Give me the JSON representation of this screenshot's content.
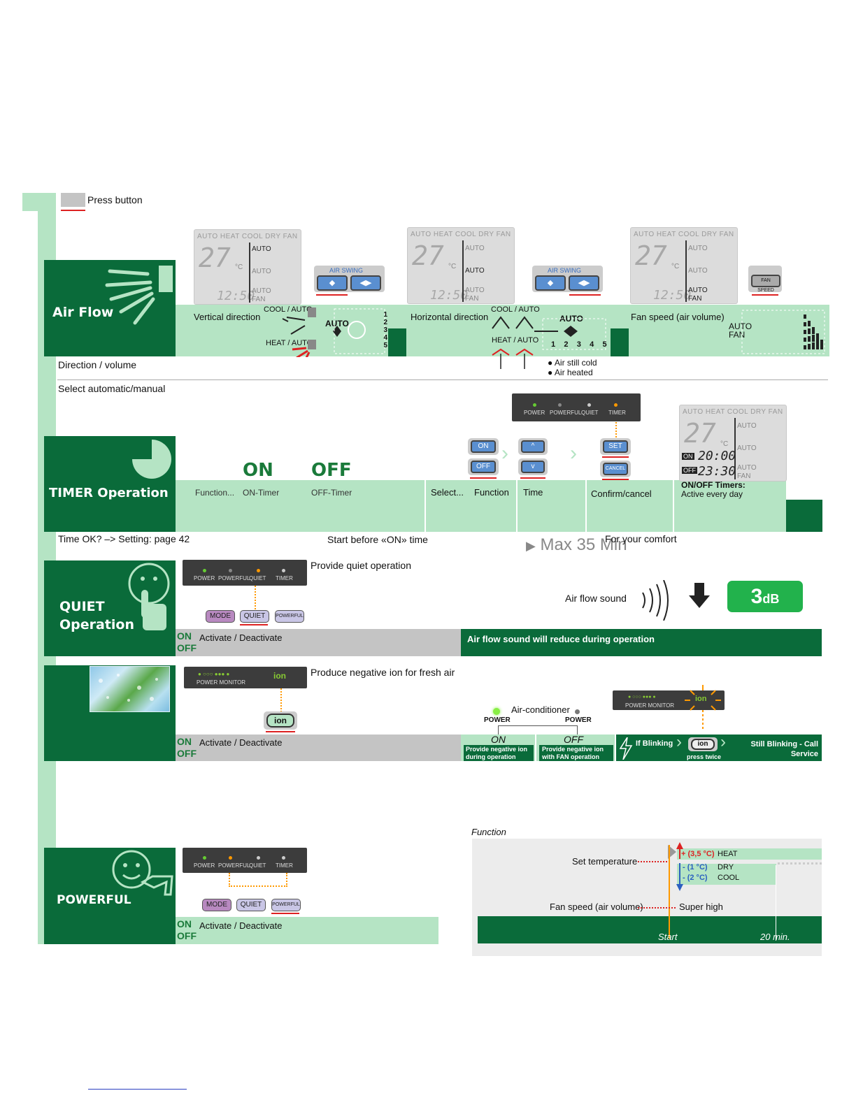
{
  "legend": {
    "label": "Press button"
  },
  "airflow": {
    "title": "Air Flow",
    "vertical": "Vertical direction",
    "cool_auto": "COOL / AUTO",
    "heat_auto": "HEAT / AUTO",
    "auto": "AUTO",
    "steps": [
      "1",
      "2",
      "3",
      "4",
      "5"
    ],
    "horizontal": "Horizontal direction",
    "fan_speed": "Fan speed (air volume)",
    "auto_fan": "AUTO FAN",
    "direction_volume": "Direction / volume",
    "select_auto_manual": "Select automatic/manual",
    "air_still_cold": "Air still cold",
    "air_heated": "Air heated",
    "air_swing_btn": "AIR SWING",
    "fan_speed_btn": "FAN SPEED"
  },
  "lcd": {
    "modes": "AUTO HEAT COOL DRY FAN",
    "temp": "27",
    "unit": "°C",
    "clock": "12:50",
    "auto": "AUTO",
    "fan": "FAN",
    "on_label": "ON",
    "off_label": "OFF",
    "on_time": "20:00",
    "off_time": "23:30"
  },
  "panel": {
    "power": "POWER",
    "powerful": "POWERFUL",
    "quiet": "QUIET",
    "timer": "TIMER",
    "power_monitor": "POWER MONITOR",
    "ion": "ion"
  },
  "timer": {
    "title": "TIMER Operation",
    "on_big": "ON",
    "off_big": "OFF",
    "function": "Function...",
    "on_timer": "ON-Timer",
    "off_timer": "OFF-Timer",
    "select": "Select...",
    "function2": "Function",
    "time": "Time",
    "confirm": "Confirm/cancel",
    "on_off_timers": "ON/OFF Timers:",
    "active_every_day": "Active every day",
    "time_ok": "Time OK? –> Setting: page 42",
    "start_before": "Start before «ON» time",
    "max": "Max 35 Min",
    "comfort": "For your comfort",
    "btn_on": "ON",
    "btn_off": "OFF",
    "btn_up": "^",
    "btn_down": "v",
    "btn_set": "SET",
    "btn_cancel": "CANCEL"
  },
  "quiet": {
    "title1": "QUIET",
    "title2": "Operation",
    "provide": "Provide quiet operation",
    "air_flow_sound": "Air flow sound",
    "db_num": "3",
    "db_unit": "dB",
    "on": "ON",
    "off": "OFF",
    "activate": "Activate / Deactivate",
    "reduce": "Air flow sound will reduce during operation",
    "mode_btn": "MODE",
    "quiet_btn": "QUIET",
    "powerful_btn": "POWERFUL"
  },
  "ion": {
    "produce": "Produce negative ion for fresh air",
    "air_conditioner": "Air-conditioner",
    "power": "POWER",
    "on": "ON",
    "off": "OFF",
    "on_desc": "Provide negative ion during operation",
    "off_desc": "Provide negative ion with FAN operation",
    "if_blinking": "If Blinking",
    "press_twice": "press twice",
    "still_blinking": "Still Blinking - Call Service",
    "activate": "Activate / Deactivate",
    "btn": "ion"
  },
  "powerful": {
    "title": "POWERFUL",
    "on": "ON",
    "off": "OFF",
    "activate": "Activate / Deactivate",
    "function": "Function",
    "set_temp": "Set temperature",
    "heat_delta": "+ (3,5 °C)",
    "heat": "HEAT",
    "dry_delta": "- (1 °C)",
    "dry": "DRY",
    "cool_delta": "- (2 °C)",
    "cool": "COOL",
    "fan_speed": "Fan speed (air volume)",
    "super_high": "Super high",
    "start": "Start",
    "min20": "20 min."
  }
}
